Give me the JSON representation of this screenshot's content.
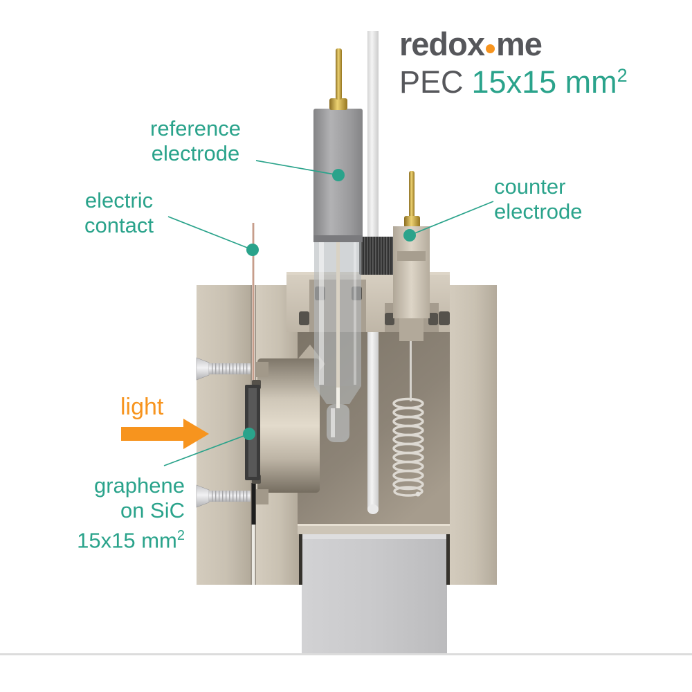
{
  "brand": {
    "logo_part1": "redox",
    "logo_part2": "me",
    "product_prefix": "PEC",
    "product_size": "15x15 mm",
    "product_sup": "2"
  },
  "labels": {
    "reference": {
      "lines": [
        "reference",
        "electrode"
      ]
    },
    "counter": {
      "lines": [
        "counter",
        "electrode"
      ]
    },
    "electric": {
      "lines": [
        "electric",
        "contact"
      ]
    },
    "light": {
      "text": "light"
    },
    "sample": {
      "lines": [
        "graphene",
        "on SiC"
      ],
      "size": "15x15 mm",
      "sup": "2"
    }
  },
  "icons": {
    "light_arrow": "right-arrow",
    "callout_dot": "filled-circle"
  },
  "colors": {
    "teal": "#2aa38b",
    "orange": "#f7941e",
    "logo-gray": "#56575b",
    "body-beige": "#cac2b4",
    "cavity-brown": "#8d8477",
    "base-gray": "#c8c8ca",
    "brass": "#c8a033",
    "electrode-gray": "#9c9c9e",
    "glass": "#b9bec1",
    "copper": "#c79d8b"
  }
}
